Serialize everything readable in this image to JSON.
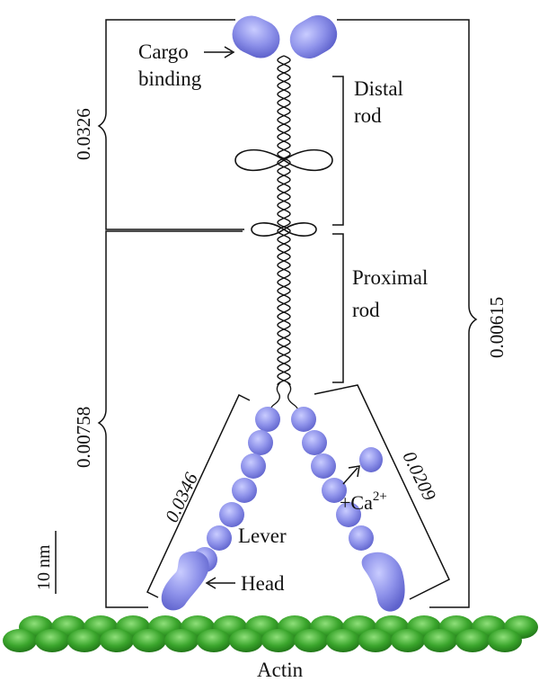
{
  "labels": {
    "cargo_line1": "Cargo",
    "cargo_line2": "binding",
    "distal_line1": "Distal",
    "distal_line2": "rod",
    "proximal_line1": "Proximal",
    "proximal_line2": "rod",
    "lever": "Lever",
    "head": "Head",
    "calcium_prefix": "+Ca",
    "calcium_superscript": "2+",
    "actin": "Actin",
    "scale_bar": "10 nm"
  },
  "measurements": {
    "cargo_bracket": "0.0326",
    "lower_left_bracket": "0.00758",
    "right_total_bracket": "0.00615",
    "left_lever_bracket": "0.0346",
    "right_lever_bracket": "0.0209"
  },
  "colors": {
    "myosin": "#8e92ea",
    "myosin_dark": "#6b70d8",
    "actin": "#3aa52c",
    "actin_dark": "#1f7a18",
    "line": "#111111"
  }
}
